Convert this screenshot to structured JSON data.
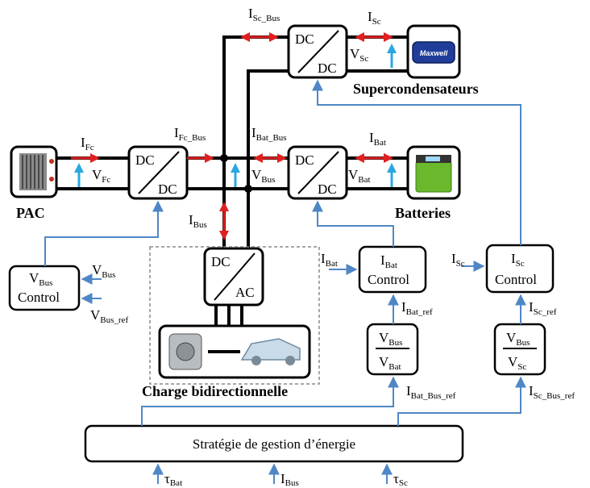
{
  "converters": {
    "dc": "DC",
    "ac": "AC"
  },
  "components": {
    "pac": "PAC",
    "batteries": "Batteries",
    "supercaps": "Supercondensateurs",
    "charge": "Charge bidirectionnelle",
    "maxwell_logo": "Maxwell"
  },
  "currents": {
    "i_fc": {
      "base": "I",
      "sub": "Fc"
    },
    "i_fc_bus": {
      "base": "I",
      "sub": "Fc_Bus"
    },
    "i_bat_bus": {
      "base": "I",
      "sub": "Bat_Bus"
    },
    "i_bat": {
      "base": "I",
      "sub": "Bat"
    },
    "i_sc_bus": {
      "base": "I",
      "sub": "Sc_Bus"
    },
    "i_sc": {
      "base": "I",
      "sub": "Sc"
    },
    "i_bus": {
      "base": "I",
      "sub": "Bus"
    }
  },
  "voltages": {
    "v_fc": {
      "base": "V",
      "sub": "Fc"
    },
    "v_bus": {
      "base": "V",
      "sub": "Bus"
    },
    "v_bat": {
      "base": "V",
      "sub": "Bat"
    },
    "v_sc": {
      "base": "V",
      "sub": "Sc"
    }
  },
  "control": {
    "vbus": {
      "title_base": "V",
      "title_sub": "Bus",
      "word": "Control",
      "in1_base": "V",
      "in1_sub": "Bus",
      "in2_base": "V",
      "in2_sub": "Bus_ref"
    },
    "ibat": {
      "title_base": "I",
      "title_sub": "Bat",
      "word": "Control",
      "in_base": "I",
      "in_sub": "Bat",
      "ref_base": "I",
      "ref_sub": "Bat_ref"
    },
    "isc": {
      "title_base": "I",
      "title_sub": "Sc",
      "word": "Control",
      "in_base": "I",
      "in_sub": "Sc",
      "ref_base": "I",
      "ref_sub": "Sc_ref"
    }
  },
  "ratios": {
    "bat": {
      "num_base": "V",
      "num_sub": "Bus",
      "den_base": "V",
      "den_sub": "Bat",
      "out_base": "I",
      "out_sub": "Bat_Bus_ref"
    },
    "sc": {
      "num_base": "V",
      "num_sub": "Bus",
      "den_base": "V",
      "den_sub": "Sc",
      "out_base": "I",
      "out_sub": "Sc_Bus_ref"
    }
  },
  "strategy": {
    "title": "Stratégie de gestion d’énergie",
    "inputs": [
      {
        "base": "τ",
        "sub": "Bat"
      },
      {
        "base": "I",
        "sub": "Bus"
      },
      {
        "base": "τ",
        "sub": "Sc"
      }
    ]
  },
  "colors": {
    "signal_line": "#4f87c6",
    "current_arrow": "#e02020",
    "voltage_arrow": "#2aa7e0",
    "bus_line": "#000000"
  }
}
